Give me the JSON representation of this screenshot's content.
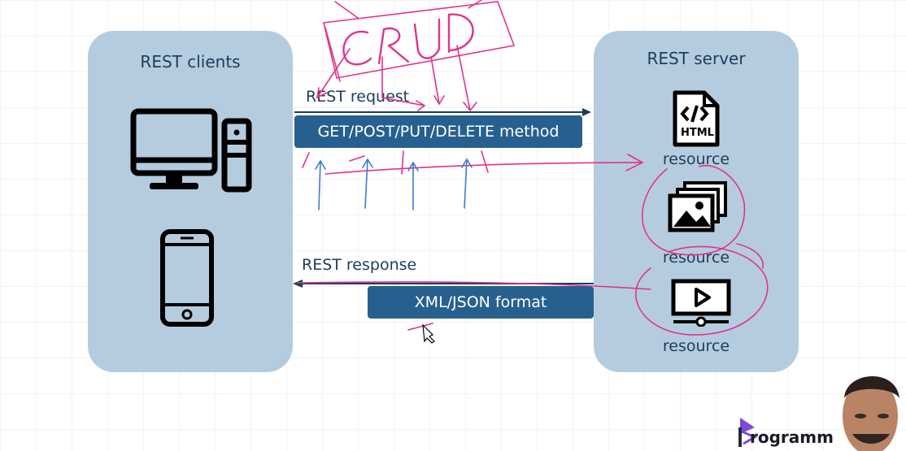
{
  "client": {
    "title": "REST clients",
    "icons": [
      "desktop-computer-icon",
      "smartphone-icon"
    ]
  },
  "server": {
    "title": "REST server",
    "resources": [
      {
        "icon": "html-file-icon",
        "icon_text": "HTML",
        "label": "resource"
      },
      {
        "icon": "image-gallery-icon",
        "label": "resource"
      },
      {
        "icon": "video-player-icon",
        "label": "resource"
      }
    ]
  },
  "request": {
    "label": "REST request",
    "method_box": "GET/POST/PUT/DELETE method"
  },
  "response": {
    "label": "REST response",
    "format_box": "XML/JSON format"
  },
  "annotation": {
    "handwritten": "CRUD"
  },
  "branding": {
    "logo_text": "rogramm"
  },
  "colors": {
    "panel": "#b5ccdf",
    "box": "#27608f",
    "text": "#1c3d5a",
    "annotation_pink": "#e0338c",
    "annotation_blue": "#3c7bd6"
  }
}
